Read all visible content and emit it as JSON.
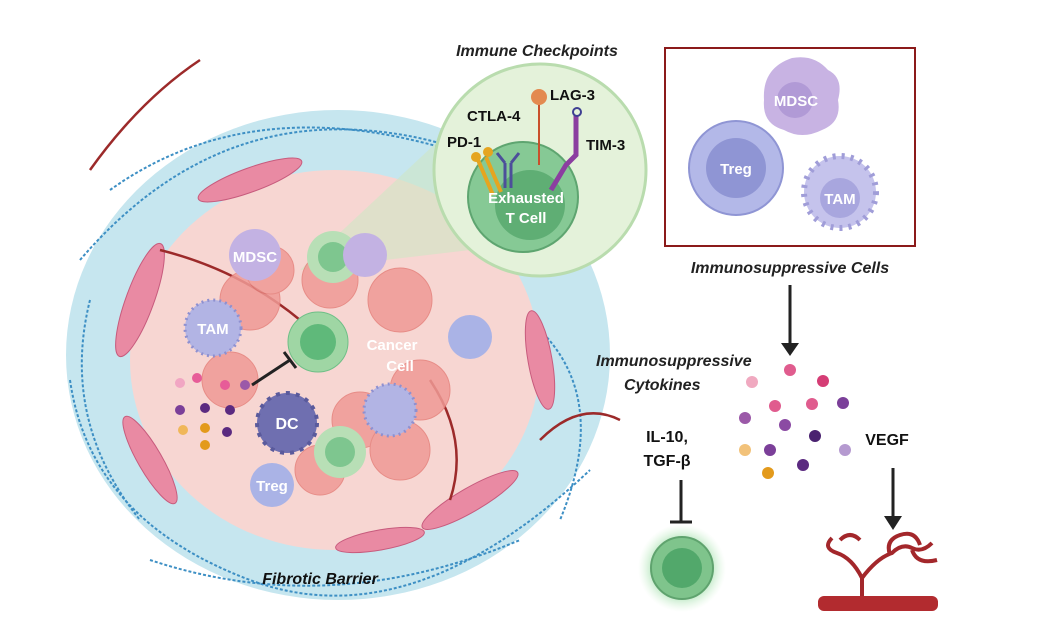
{
  "title_checkpoints": "Immune Checkpoints",
  "checkpoints": {
    "pd1": "PD-1",
    "ctla4": "CTLA-4",
    "lag3": "LAG-3",
    "tim3": "TIM-3",
    "cell_line1": "Exhausted",
    "cell_line2": "T Cell"
  },
  "suppressive_box": {
    "mdsc": "MDSC",
    "treg": "Treg",
    "tam": "TAM",
    "caption": "Immunosuppressive Cells"
  },
  "cytokines": {
    "line1": "Immunosuppressive",
    "line2": "Cytokines",
    "il10_line1": "IL-10,",
    "il10_line2": "TGF-β",
    "vegf": "VEGF"
  },
  "tumor": {
    "mdsc": "MDSC",
    "tam": "TAM",
    "cancer_line1": "Cancer",
    "cancer_line2": "Cell",
    "dc": "DC",
    "treg": "Treg",
    "barrier": "Fibrotic Barrier"
  },
  "colors": {
    "box_border": "#8b1a1a",
    "tcell_green": "#6fbf87",
    "barrier_blue": "#bfe3ee",
    "tumor_pink": "#f6d3cf",
    "purple_cell": "#a9a7dc"
  }
}
